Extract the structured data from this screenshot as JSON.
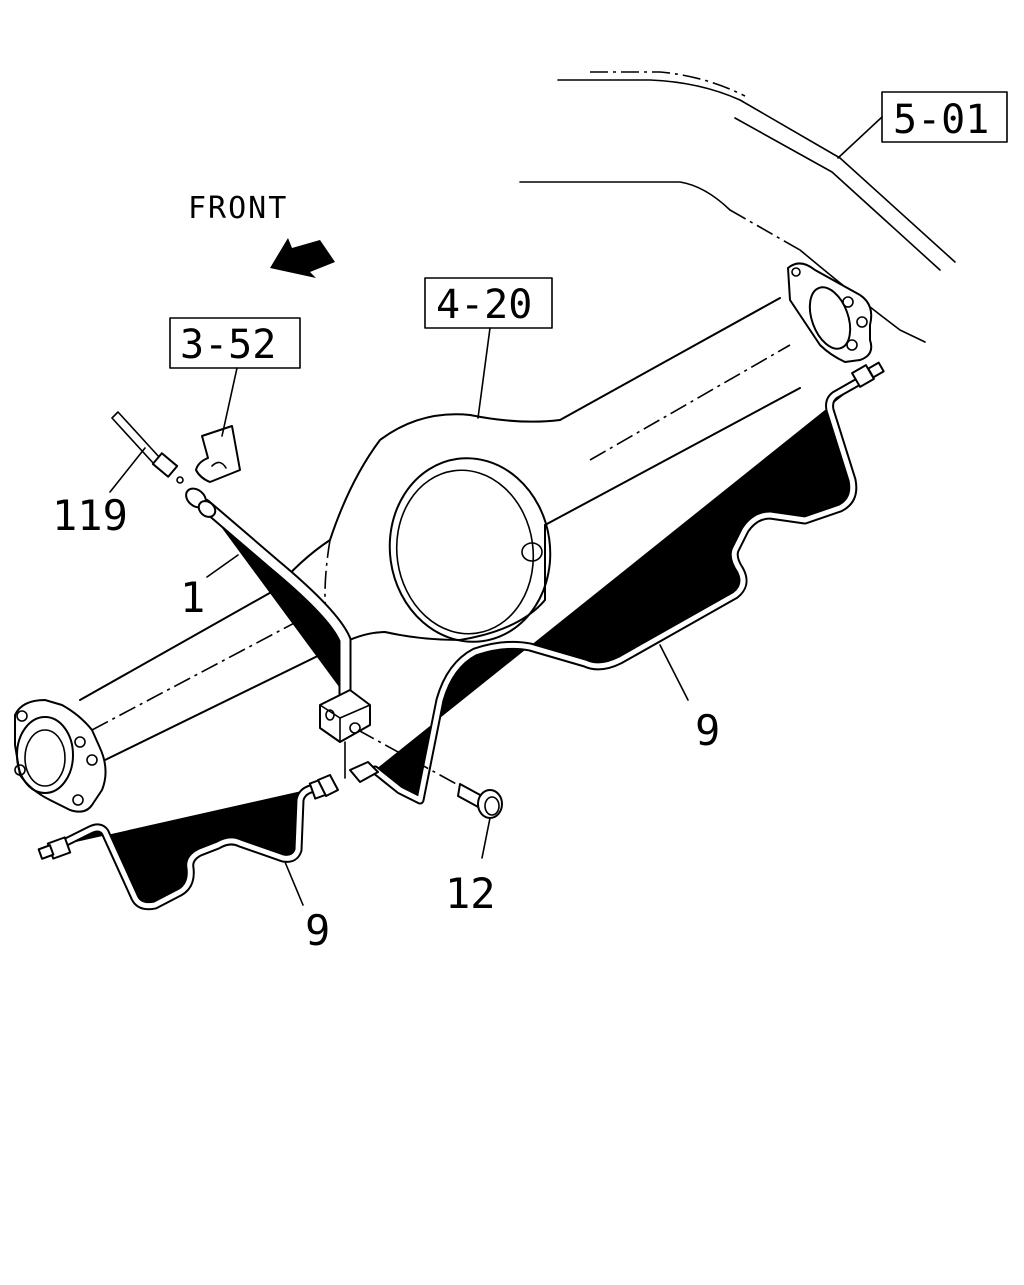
{
  "diagram": {
    "direction_label": "FRONT",
    "references": [
      {
        "id": "ref-5-01",
        "text": "5-01"
      },
      {
        "id": "ref-4-20",
        "text": "4-20"
      },
      {
        "id": "ref-3-52",
        "text": "3-52"
      }
    ],
    "callouts": [
      {
        "id": "part-119",
        "text": "119"
      },
      {
        "id": "part-1",
        "text": "1"
      },
      {
        "id": "part-9-right",
        "text": "9"
      },
      {
        "id": "part-9-left",
        "text": "9"
      },
      {
        "id": "part-12",
        "text": "12"
      }
    ]
  }
}
